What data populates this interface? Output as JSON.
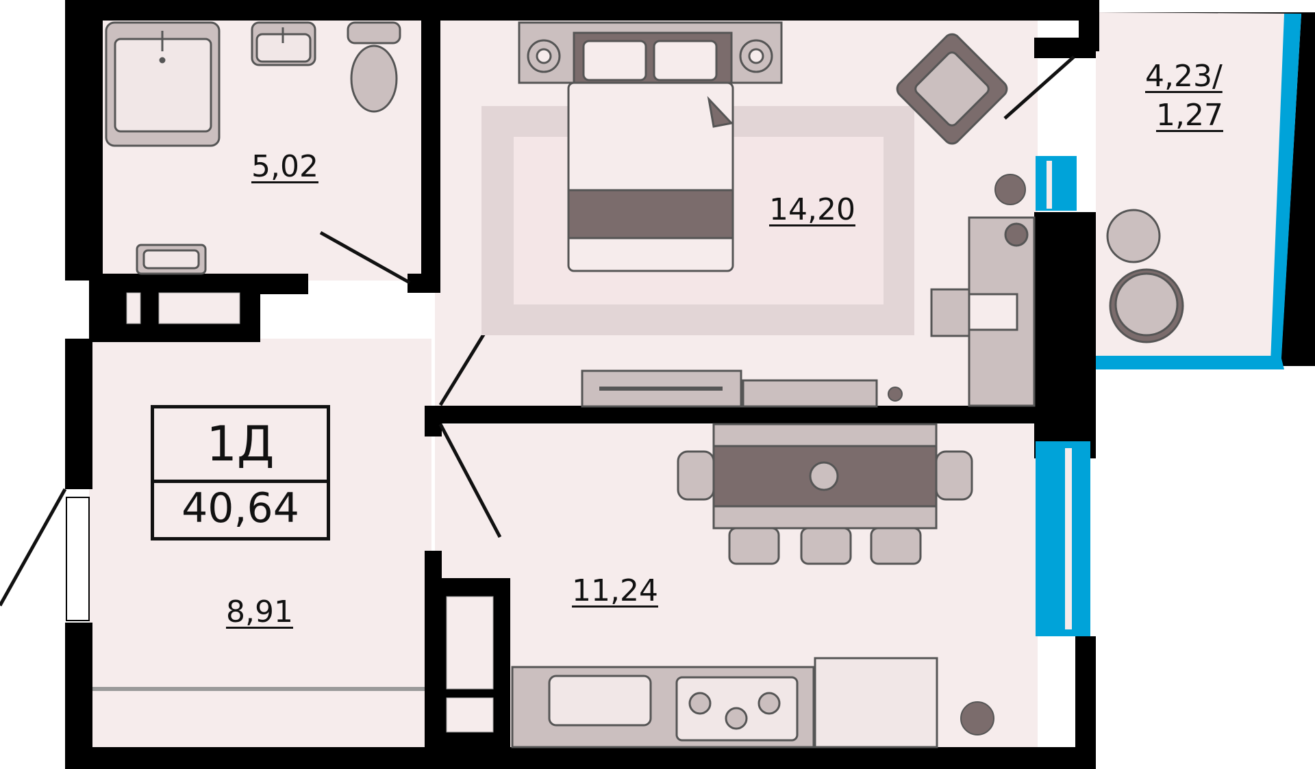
{
  "apartment": {
    "code": "1Д",
    "total_area": "40,64"
  },
  "rooms": {
    "bathroom": "5,02",
    "bedroom": "14,20",
    "balcony_line1": "4,23/",
    "balcony_line2": "1,27",
    "hallway": "8,91",
    "kitchen": "11,24"
  },
  "colors": {
    "wall": "#000000",
    "floor": "#f6ecec",
    "furniture_dark": "#7b6c6c",
    "furniture_light": "#cbbfbf",
    "rug": "#e2d5d6",
    "window_glass": "#00a3d9"
  }
}
